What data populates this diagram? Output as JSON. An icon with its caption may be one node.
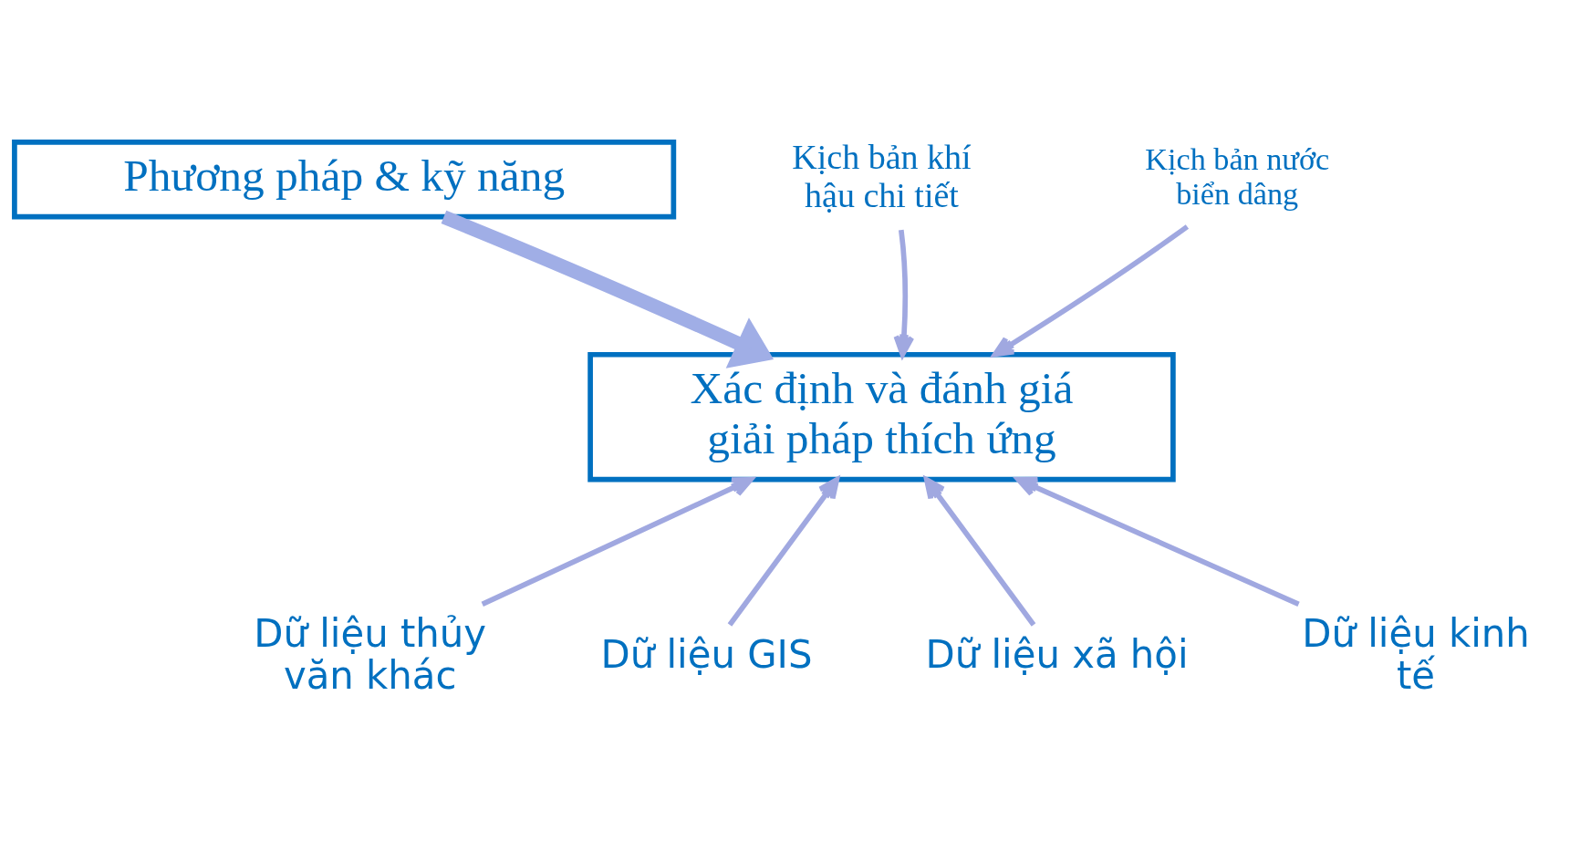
{
  "diagram": {
    "nodes": [
      {
        "text": [
          "Phương pháp & kỹ năng"
        ]
      },
      {
        "text": [
          "Xác định và đánh giá giải pháp thích ứng"
        ]
      },
      {
        "text": [
          "Kịch bản khí hậu chi tiết"
        ]
      },
      {
        "text": [
          "Kịch bản nước biển dâng"
        ]
      },
      {
        "text": [
          "Dữ liệu thủy văn khác"
        ]
      },
      {
        "text": [
          "Dữ liệu GIS"
        ]
      },
      {
        "text": [
          "Dữ liệu xã hội"
        ]
      },
      {
        "text": [
          "Dữ liệu kinh tế"
        ]
      }
    ],
    "edges": [
      {
        "from": 0,
        "to": 1,
        "arrow": "to",
        "style": "thick"
      },
      {
        "from": 2,
        "to": 1,
        "arrow": "to"
      },
      {
        "from": 3,
        "to": 1,
        "arrow": "to"
      },
      {
        "from": 4,
        "to": 1,
        "arrow": "to"
      },
      {
        "from": 5,
        "to": 1,
        "arrow": "to"
      },
      {
        "from": 6,
        "to": 1,
        "arrow": "to"
      },
      {
        "from": 7,
        "to": 1,
        "arrow": "to"
      }
    ]
  }
}
